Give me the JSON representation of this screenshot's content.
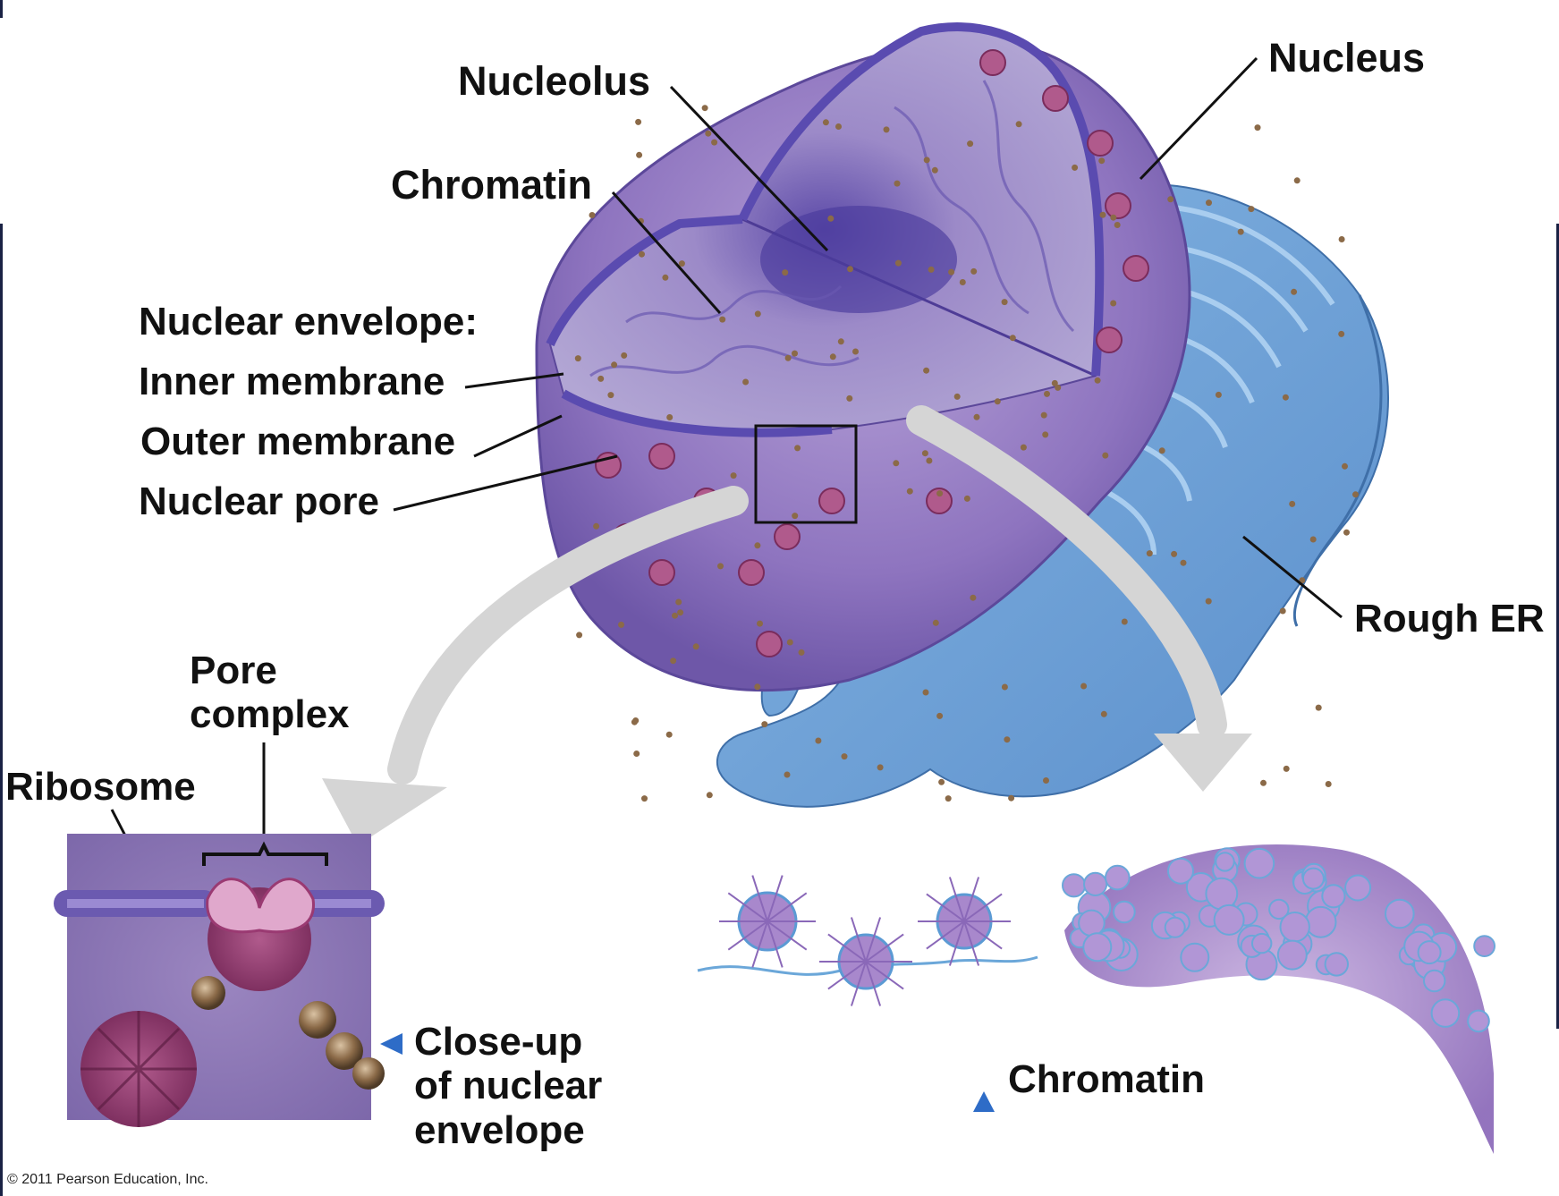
{
  "labels": {
    "nucleolus": "Nucleolus",
    "nucleus": "Nucleus",
    "chromatin_top": "Chromatin",
    "nuclear_envelope": "Nuclear envelope:",
    "inner_membrane": "Inner membrane",
    "outer_membrane": "Outer membrane",
    "nuclear_pore": "Nuclear pore",
    "rough_er": "Rough ER",
    "pore_complex_line1": "Pore",
    "pore_complex_line2": "complex",
    "ribosome": "Ribosome",
    "closeup_line1": "Close-up",
    "closeup_line2": "of nuclear",
    "closeup_line3": "envelope",
    "chromatin_bottom": "Chromatin"
  },
  "copyright": "© 2011 Pearson Education, Inc.",
  "colors": {
    "nucleus_purple": "#8a6fb8",
    "nucleus_interior": "#a593c9",
    "membrane": "#6b5ab0",
    "pore_pink": "#c8709a",
    "er_blue": "#6fa3d6",
    "ribosome_brown": "#8b6a48",
    "arrow_gray": "#d5d5d5",
    "triangle_blue": "#2e6cc7"
  },
  "icons": {
    "closeup_marker": "left-triangle-icon",
    "chromatin_marker": "up-triangle-icon"
  }
}
